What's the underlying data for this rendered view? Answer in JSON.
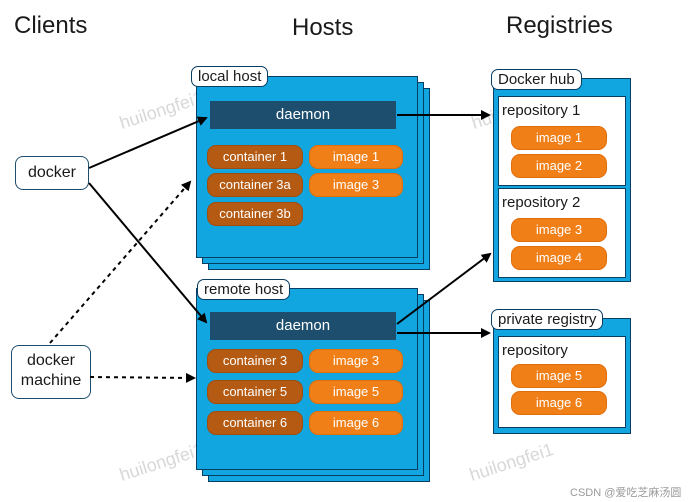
{
  "headings": {
    "clients": "Clients",
    "hosts": "Hosts",
    "registries": "Registries"
  },
  "clients": {
    "docker": "docker",
    "machine_line1": "docker",
    "machine_line2": "machine"
  },
  "local_host": {
    "label": "local host",
    "daemon": "daemon",
    "containers": [
      "container 1",
      "container 3a",
      "container 3b"
    ],
    "images": [
      "image 1",
      "image 3"
    ]
  },
  "remote_host": {
    "label": "remote host",
    "daemon": "daemon",
    "containers": [
      "container 3",
      "container 5",
      "container 6"
    ],
    "images": [
      "image 3",
      "image 5",
      "image 6"
    ]
  },
  "docker_hub": {
    "label": "Docker hub",
    "repositories": [
      {
        "label": "repository 1",
        "images": [
          "image 1",
          "image 2"
        ]
      },
      {
        "label": "repository 2",
        "images": [
          "image 3",
          "image 4"
        ]
      }
    ]
  },
  "private_registry": {
    "label": "private registry",
    "repository": {
      "label": "repository",
      "images": [
        "image 5",
        "image 6"
      ]
    }
  },
  "watermarks": [
    "huilongfei1",
    "huilongfei1",
    "huilongfei1",
    "huilongfei1"
  ],
  "footer": "CSDN @爱吃芝麻汤圆",
  "colors": {
    "host_fill": "#12a6e0",
    "daemon": "#1d4e6e",
    "container": "#b45a12",
    "image": "#f07f18"
  }
}
